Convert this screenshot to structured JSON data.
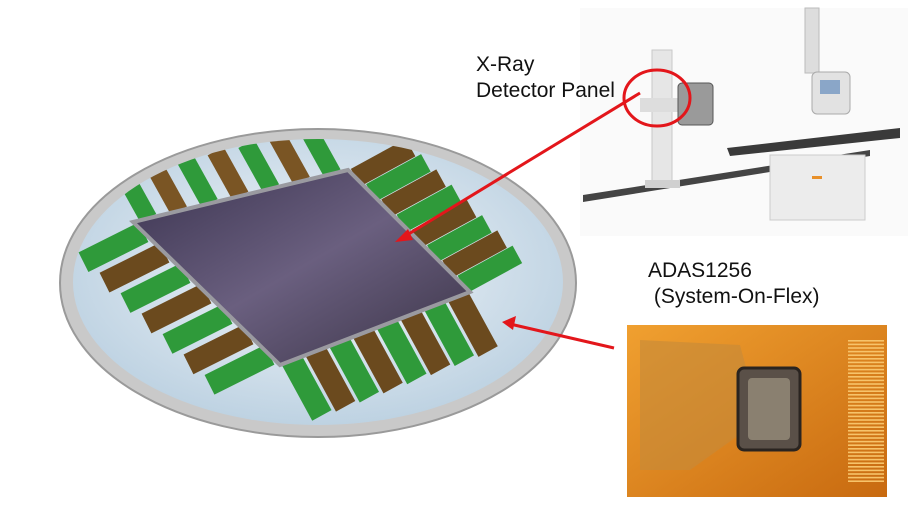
{
  "labels": {
    "detector_line1": "X-Ray",
    "detector_line2": "Detector Panel",
    "chip_line1": "ADAS1256",
    "chip_line2": " (System-On-Flex)"
  },
  "colors": {
    "arrow": "#e3161b",
    "panel": "#4a3f5c",
    "flex_green": "#2f9a3a",
    "flex_brown": "#6b4a1e",
    "chip_orange": "#e08a1c"
  }
}
